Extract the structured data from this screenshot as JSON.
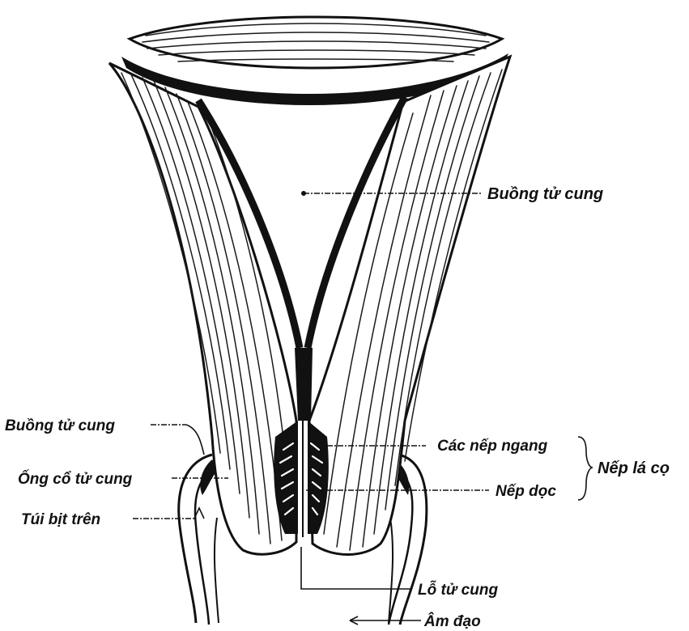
{
  "labels": {
    "cavity_right": "Buồng tử cung",
    "cavity_left": "Buồng tử cung",
    "cervical_canal": "Ống cổ tử cung",
    "fornix": "Túi bịt trên",
    "transverse_folds": "Các nếp ngang",
    "longitudinal_fold": "Nếp dọc",
    "palm_folds": "Nếp lá cọ",
    "external_os": "Lỗ tử cung",
    "vagina": "Âm đạo"
  },
  "colors": {
    "ink": "#111111",
    "background": "#ffffff"
  }
}
